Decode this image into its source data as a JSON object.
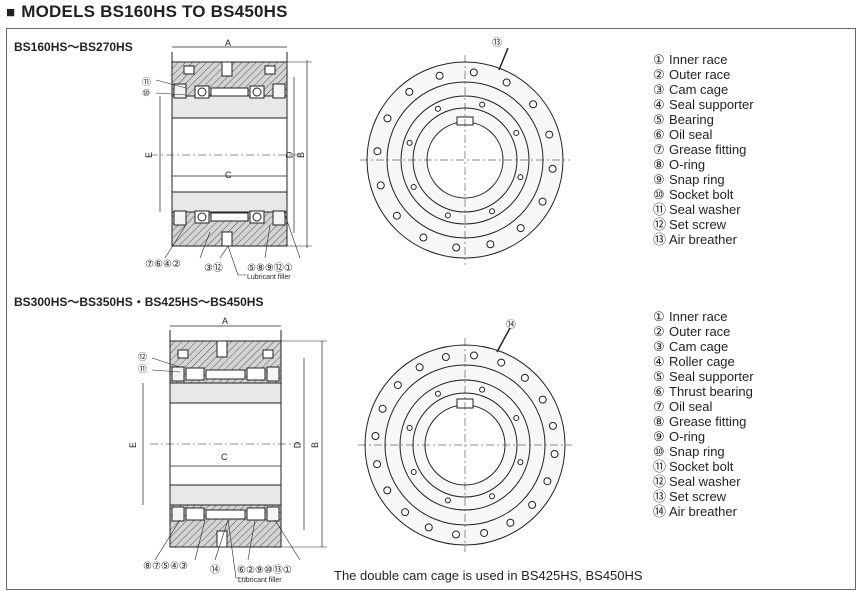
{
  "title": "MODELS BS160HS TO BS450HS",
  "section1": {
    "heading": "BS160HS～BS270HS",
    "parts": [
      {
        "num": "①",
        "label": "Inner race"
      },
      {
        "num": "②",
        "label": "Outer race"
      },
      {
        "num": "③",
        "label": "Cam cage"
      },
      {
        "num": "④",
        "label": "Seal supporter"
      },
      {
        "num": "⑤",
        "label": "Bearing"
      },
      {
        "num": "⑥",
        "label": "Oil seal"
      },
      {
        "num": "⑦",
        "label": "Grease fitting"
      },
      {
        "num": "⑧",
        "label": "O-ring"
      },
      {
        "num": "⑨",
        "label": "Snap ring"
      },
      {
        "num": "⑩",
        "label": "Socket bolt"
      },
      {
        "num": "⑪",
        "label": "Seal washer"
      },
      {
        "num": "⑫",
        "label": "Set screw"
      },
      {
        "num": "⑬",
        "label": "Air breather"
      }
    ],
    "dims": {
      "a": "A",
      "b": "B",
      "c": "C",
      "d": "D",
      "e": "E"
    },
    "lubricant": "Lubricant filler",
    "callouts_left_top": [
      "⑪",
      "⑩"
    ],
    "callouts_bottom_left": "⑦⑥④②",
    "callouts_bottom_mid": "③⑫",
    "callouts_bottom_right": "⑤⑧⑨⑫①",
    "callout_breather": "⑬"
  },
  "section2": {
    "heading": "BS300HS～BS350HS・BS425HS～BS450HS",
    "parts": [
      {
        "num": "①",
        "label": "Inner race"
      },
      {
        "num": "②",
        "label": "Outer race"
      },
      {
        "num": "③",
        "label": "Cam cage"
      },
      {
        "num": "④",
        "label": "Roller cage"
      },
      {
        "num": "⑤",
        "label": "Seal supporter"
      },
      {
        "num": "⑥",
        "label": "Thrust bearing"
      },
      {
        "num": "⑦",
        "label": "Oil seal"
      },
      {
        "num": "⑧",
        "label": "Grease fitting"
      },
      {
        "num": "⑨",
        "label": "O-ring"
      },
      {
        "num": "⑩",
        "label": "Snap ring"
      },
      {
        "num": "⑪",
        "label": "Socket bolt"
      },
      {
        "num": "⑫",
        "label": "Seal washer"
      },
      {
        "num": "⑬",
        "label": "Set screw"
      },
      {
        "num": "⑭",
        "label": "Air breather"
      }
    ],
    "dims": {
      "a": "A",
      "b": "B",
      "c": "C",
      "d": "D",
      "e": "E"
    },
    "lubricant": "Lubricant filler",
    "callouts_left_top": [
      "⑫",
      "⑪"
    ],
    "callouts_bottom_left": "⑧⑦⑤④③",
    "callouts_bottom_mid": "⑭",
    "callouts_bottom_right": "⑥②⑨⑩⑬①",
    "callout_breather": "⑭"
  },
  "note": "The double cam cage is used in BS425HS, BS450HS"
}
